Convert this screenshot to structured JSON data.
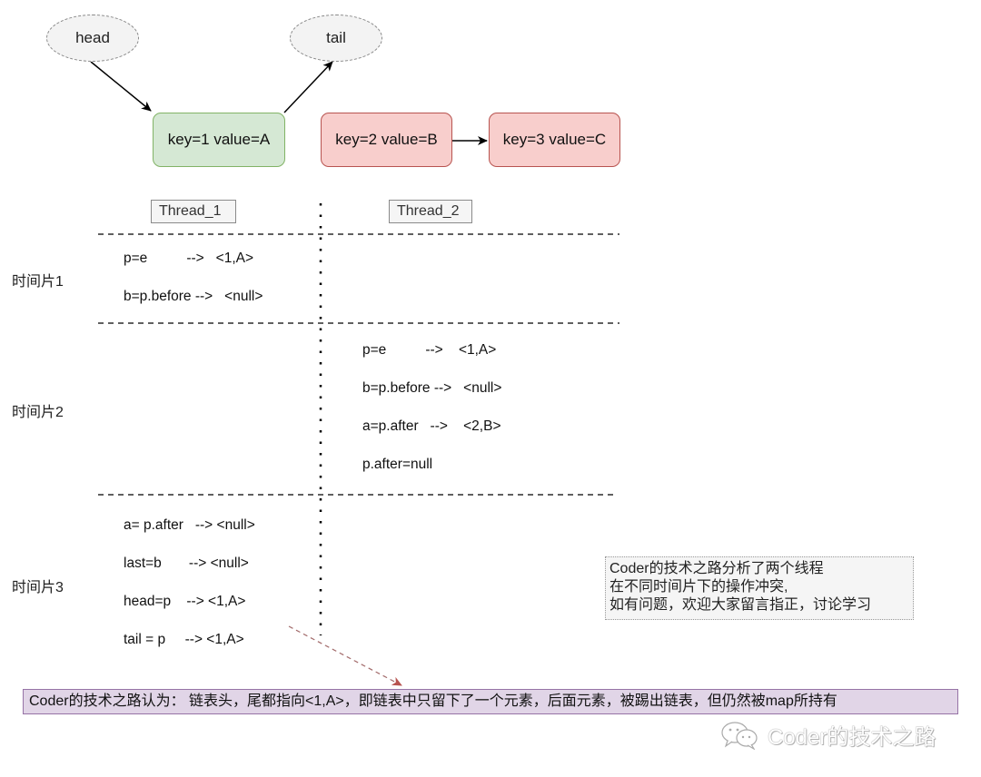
{
  "pointers": {
    "head": "head",
    "tail": "tail"
  },
  "nodes": [
    {
      "label": "key=1 value=A",
      "state": "retained",
      "color": "#d5e8d4"
    },
    {
      "label": "key=2 value=B",
      "state": "evicted",
      "color": "#f8cecc"
    },
    {
      "label": "key=3 value=C",
      "state": "evicted",
      "color": "#f8cecc"
    }
  ],
  "threads": {
    "thread1": "Thread_1",
    "thread2": "Thread_2"
  },
  "slices": [
    {
      "label": "时间片1",
      "thread1_ops": [
        "p=e          -->   <1,A>",
        "b=p.before -->   <null>"
      ],
      "thread2_ops": []
    },
    {
      "label": "时间片2",
      "thread1_ops": [],
      "thread2_ops": [
        "p=e          -->    <1,A>",
        "b=p.before -->   <null>",
        "a=p.after   -->    <2,B>",
        "p.after=null"
      ]
    },
    {
      "label": "时间片3",
      "thread1_ops": [
        "a= p.after   --> <null>",
        "last=b       --> <null>",
        "head=p    --> <1,A>",
        "tail = p     --> <1,A>"
      ],
      "thread2_ops": []
    }
  ],
  "note": {
    "lines": [
      "Coder的技术之路分析了两个线程",
      "在不同时间片下的操作冲突,",
      "如有问题，欢迎大家留言指正，讨论学习"
    ]
  },
  "conclusion": "Coder的技术之路认为：  链表头，尾都指向<1,A>，即链表中只留下了一个元素，后面元素，被踢出链表，但仍然被map所持有",
  "watermark": {
    "icon": "wechat-icon",
    "text": "Coder的技术之路"
  },
  "colors": {
    "retained_fill": "#d5e8d4",
    "retained_border": "#82b366",
    "evicted_fill": "#f8cecc",
    "evicted_border": "#b85450",
    "conclusion_fill": "#e1d5e7",
    "conclusion_border": "#9673a6"
  }
}
